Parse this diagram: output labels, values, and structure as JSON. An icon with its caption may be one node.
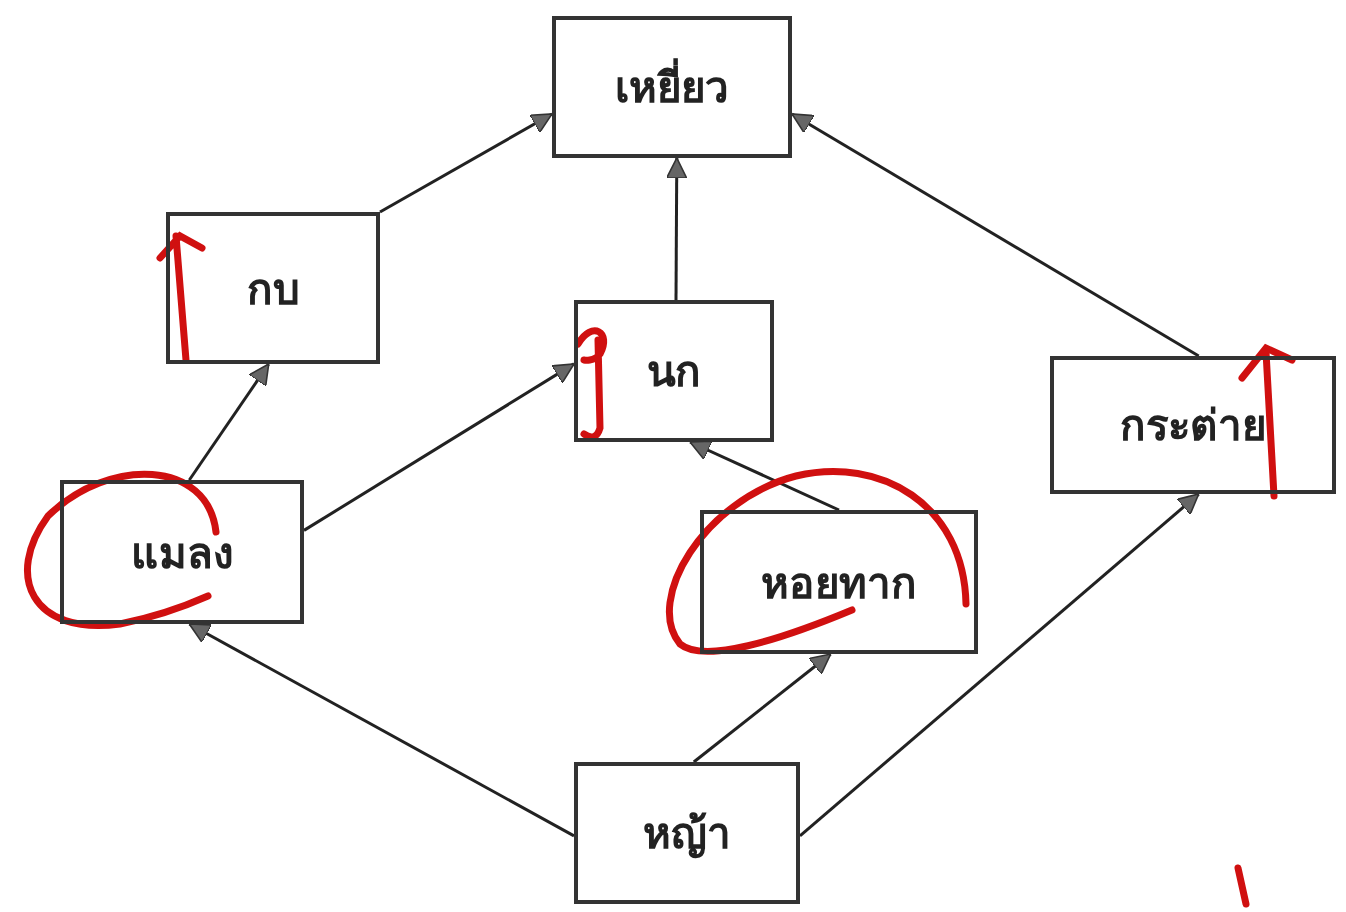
{
  "diagram": {
    "nodes": [
      {
        "text": [
          "เหยี่ยว"
        ]
      },
      {
        "text": [
          "กบ"
        ]
      },
      {
        "text": [
          "นก"
        ]
      },
      {
        "text": [
          "กระต่าย"
        ]
      },
      {
        "text": [
          "แมลง"
        ]
      },
      {
        "text": [
          "หอยทาก"
        ]
      },
      {
        "text": [
          "หญ้า"
        ]
      }
    ],
    "edges": [
      {
        "from": 1,
        "to": 0,
        "arrow": "to"
      },
      {
        "from": 2,
        "to": 0,
        "arrow": "to"
      },
      {
        "from": 3,
        "to": 0,
        "arrow": "to"
      },
      {
        "from": 4,
        "to": 1,
        "arrow": "to"
      },
      {
        "from": 4,
        "to": 2,
        "arrow": "to"
      },
      {
        "from": 5,
        "to": 2,
        "arrow": "to"
      },
      {
        "from": 6,
        "to": 4,
        "arrow": "to"
      },
      {
        "from": 6,
        "to": 5,
        "arrow": "to"
      },
      {
        "from": 6,
        "to": 3,
        "arrow": "to"
      }
    ]
  }
}
